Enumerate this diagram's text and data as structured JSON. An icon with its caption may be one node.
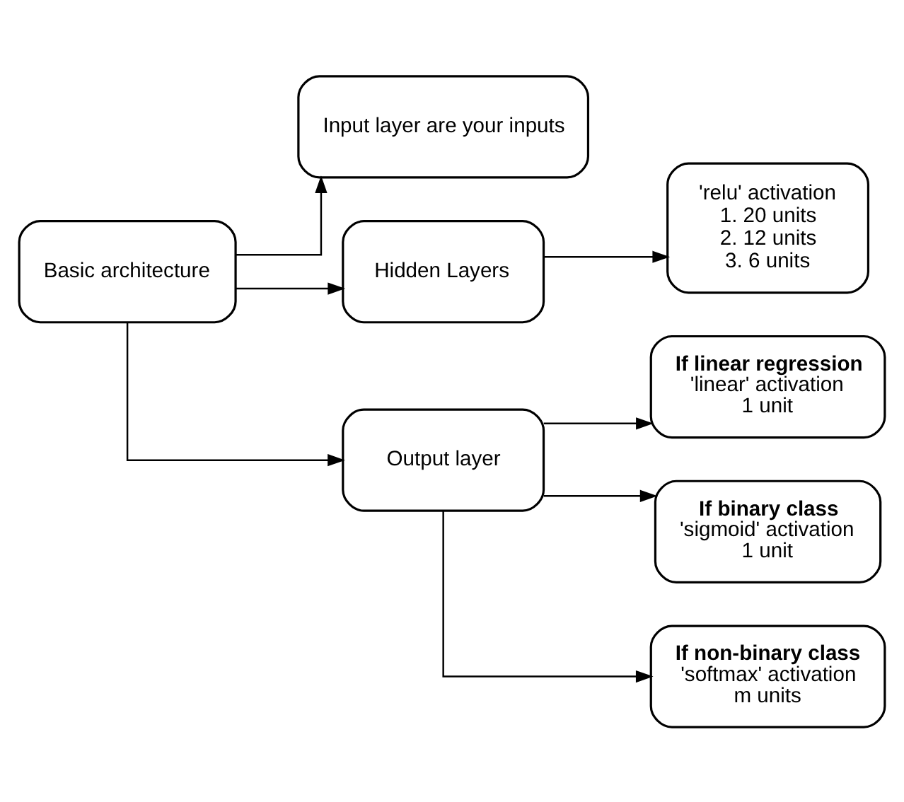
{
  "diagram": {
    "nodes": [
      {
        "text": [
          "Basic architecture"
        ]
      },
      {
        "text": [
          "Input layer are your inputs"
        ]
      },
      {
        "text": [
          "Hidden Layers"
        ]
      },
      {
        "text": [
          "'relu' activation",
          "1. 20 units",
          "2. 12 units",
          "3. 6 units"
        ]
      },
      {
        "text": [
          "Output layer"
        ]
      },
      {
        "text": [
          "If linear regression",
          "'linear' activation",
          "1 unit"
        ]
      },
      {
        "text": [
          "If binary class",
          "'sigmoid' activation",
          "1 unit"
        ]
      },
      {
        "text": [
          "If non-binary class",
          "'softmax' activation",
          "m units"
        ]
      }
    ],
    "edges": [
      {
        "from": 0,
        "to": 1,
        "arrow": "to"
      },
      {
        "from": 0,
        "to": 2,
        "arrow": "to"
      },
      {
        "from": 0,
        "to": 4,
        "arrow": "to"
      },
      {
        "from": 2,
        "to": 3,
        "arrow": "to"
      },
      {
        "from": 4,
        "to": 5,
        "arrow": "to"
      },
      {
        "from": 4,
        "to": 6,
        "arrow": "to"
      },
      {
        "from": 4,
        "to": 7,
        "arrow": "to"
      }
    ]
  }
}
